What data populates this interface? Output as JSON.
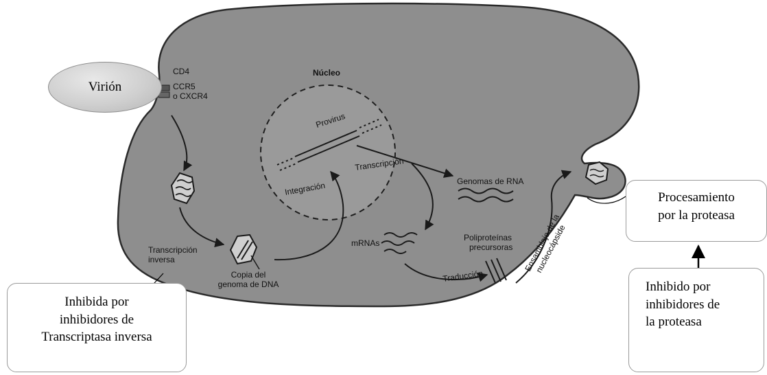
{
  "virion_label": "Virión",
  "diagram": {
    "cd4": "CD4",
    "ccr5": "CCR5",
    "cxcr4": "o CXCR4",
    "nucleus": "Núcleo",
    "provirus": "Provirus",
    "transcription": "Transcripción",
    "integration": "Integración",
    "rna_genomes": "Genomas de RNA",
    "reverse_transcription_1": "Transcripción",
    "reverse_transcription_2": "inversa",
    "dna_copy_1": "Copia del",
    "dna_copy_2": "genoma de DNA",
    "mrnas": "mRNAs",
    "polyproteins_1": "Poliproteínas",
    "polyproteins_2": "precursoras",
    "translation": "Traducción",
    "nucleocapsid_1": "Ensamblaje de la",
    "nucleocapsid_2": "nucleocápside"
  },
  "callouts": {
    "rt_inhibition": [
      "Inhibida por",
      "inhibidores de",
      "Transcriptasa inversa"
    ],
    "protease_processing": [
      "Procesamiento",
      "por la proteasa"
    ],
    "protease_inhibition": [
      "Inhibido por",
      "inhibidores de",
      "la proteasa"
    ]
  }
}
